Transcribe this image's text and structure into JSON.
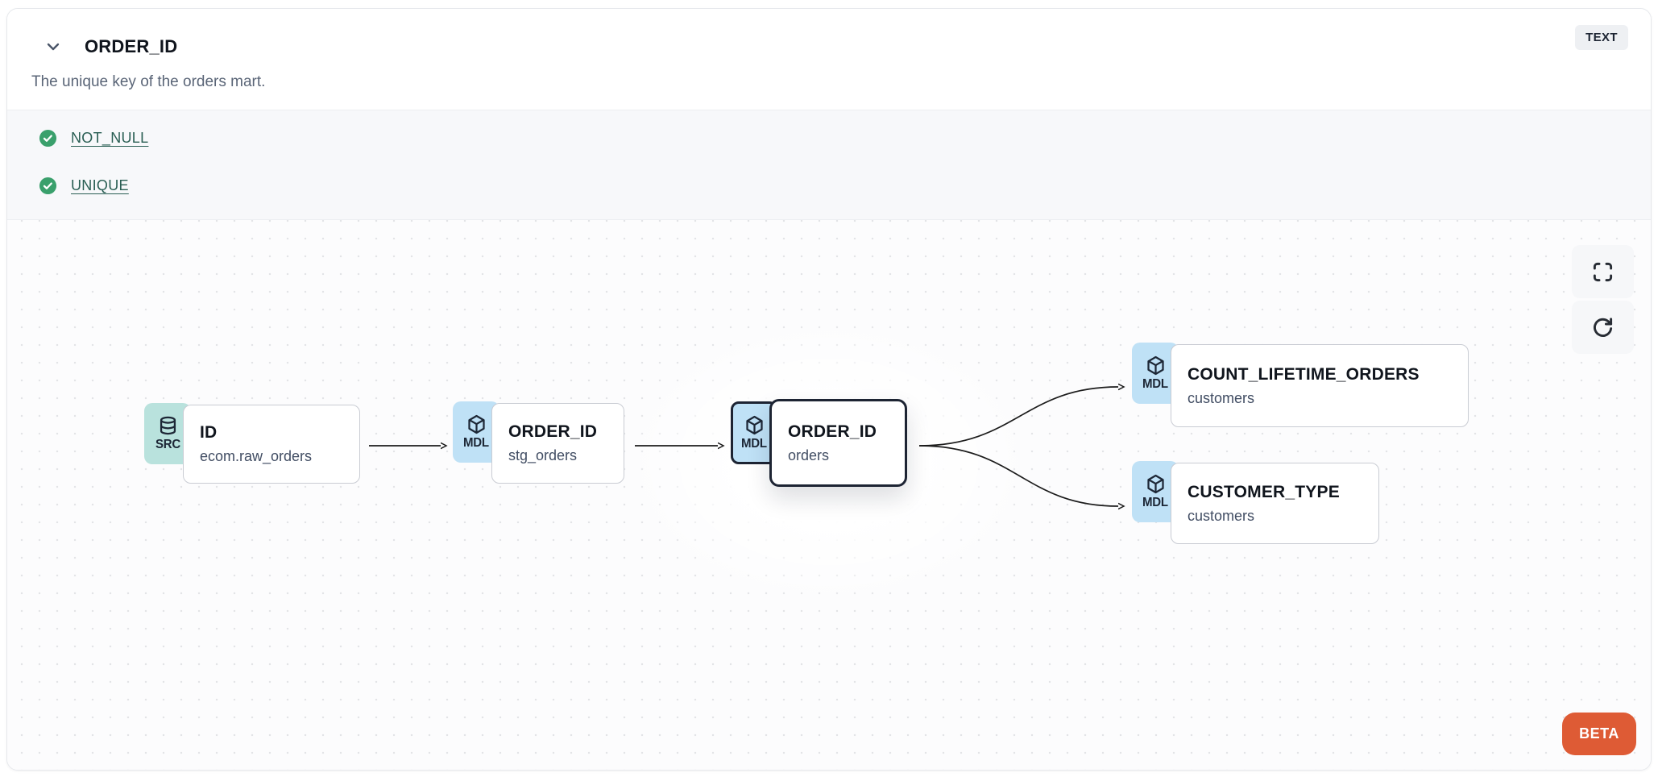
{
  "header": {
    "title": "ORDER_ID",
    "type_badge": "TEXT",
    "description": "The unique key of the orders mart.",
    "collapse_icon": "chevron-down-icon"
  },
  "tests": {
    "items": [
      {
        "label": "NOT_NULL",
        "status": "passed",
        "icon": "check-circle-icon"
      },
      {
        "label": "UNIQUE",
        "status": "passed",
        "icon": "check-circle-icon"
      }
    ]
  },
  "lineage": {
    "nodes": [
      {
        "badge": "SRC",
        "icon": "database-icon",
        "title": "ID",
        "subtitle": "ecom.raw_orders",
        "selected": false
      },
      {
        "badge": "MDL",
        "icon": "cube-icon",
        "title": "ORDER_ID",
        "subtitle": "stg_orders",
        "selected": false
      },
      {
        "badge": "MDL",
        "icon": "cube-icon",
        "title": "ORDER_ID",
        "subtitle": "orders",
        "selected": true
      },
      {
        "badge": "MDL",
        "icon": "cube-icon",
        "title": "COUNT_LIFETIME_ORDERS",
        "subtitle": "customers",
        "selected": false
      },
      {
        "badge": "MDL",
        "icon": "cube-icon",
        "title": "CUSTOMER_TYPE",
        "subtitle": "customers",
        "selected": false
      }
    ],
    "edges": [
      {
        "from": "ID (ecom.raw_orders)",
        "to": "ORDER_ID (stg_orders)"
      },
      {
        "from": "ORDER_ID (stg_orders)",
        "to": "ORDER_ID (orders)"
      },
      {
        "from": "ORDER_ID (orders)",
        "to": "COUNT_LIFETIME_ORDERS (customers)"
      },
      {
        "from": "ORDER_ID (orders)",
        "to": "CUSTOMER_TYPE (customers)"
      }
    ],
    "controls": {
      "fullscreen": "fullscreen-icon",
      "refresh": "refresh-icon"
    },
    "beta_label": "BETA"
  },
  "colors": {
    "src_badge": "#b9e2dd",
    "mdl_badge": "#bfe1f6",
    "selected_border": "#1d2433",
    "edge": "#1c1c1c",
    "test_link": "#295e53",
    "check_green": "#3aa06c",
    "beta_orange": "#de5b35"
  }
}
